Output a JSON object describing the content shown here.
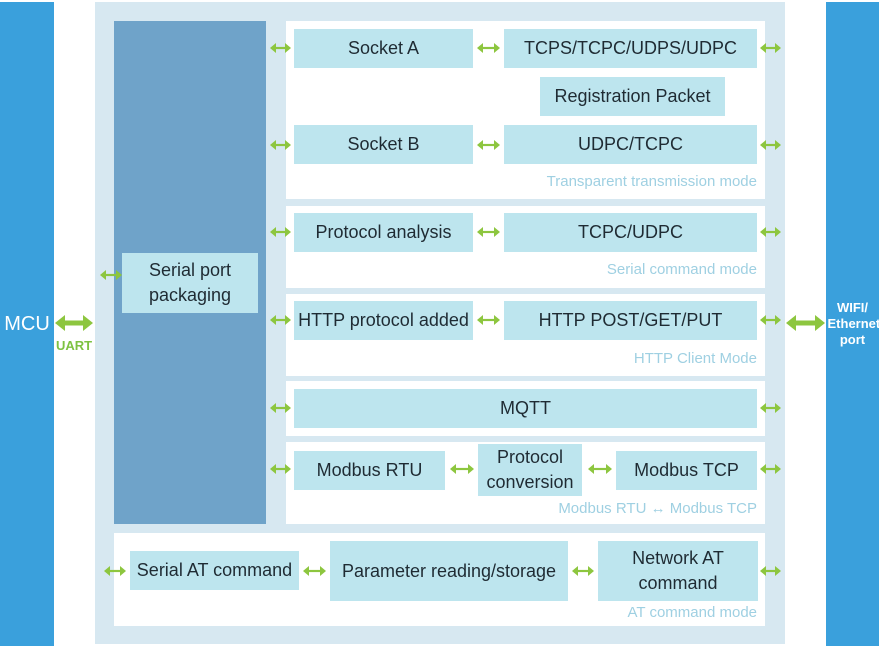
{
  "left_bar": {
    "label": "MCU",
    "link_label": "UART"
  },
  "right_bar": {
    "label": "WIFI/ Ethernet port"
  },
  "serial_block": {
    "label": "Serial port packaging"
  },
  "transparent": {
    "socket_a": "Socket A",
    "socket_a_proto": "TCPS/TCPC/UDPS/UDPC",
    "registration": "Registration Packet",
    "socket_b": "Socket B",
    "socket_b_proto": "UDPC/TCPC",
    "mode": "Transparent transmission mode"
  },
  "serial_cmd": {
    "analysis": "Protocol analysis",
    "proto": "TCPC/UDPC",
    "mode": "Serial command mode"
  },
  "http": {
    "added": "HTTP protocol added",
    "methods": "HTTP POST/GET/PUT",
    "mode": "HTTP Client Mode"
  },
  "mqtt": {
    "label": "MQTT"
  },
  "modbus": {
    "rtu": "Modbus RTU",
    "conversion": "Protocol conversion",
    "tcp": "Modbus TCP",
    "mode": "Modbus RTU ↔ Modbus TCP"
  },
  "at": {
    "serial": "Serial AT command",
    "param": "Parameter reading/storage",
    "network": "Network AT command",
    "mode": "AT command mode"
  },
  "colors": {
    "bar_blue": "#3aa0dc",
    "frame": "#d7e8f1",
    "pill": "#bde5ee",
    "serial_block": "#6fa3c9",
    "arrow_green": "#8dc63f",
    "mode_text": "#9fd0e2"
  }
}
